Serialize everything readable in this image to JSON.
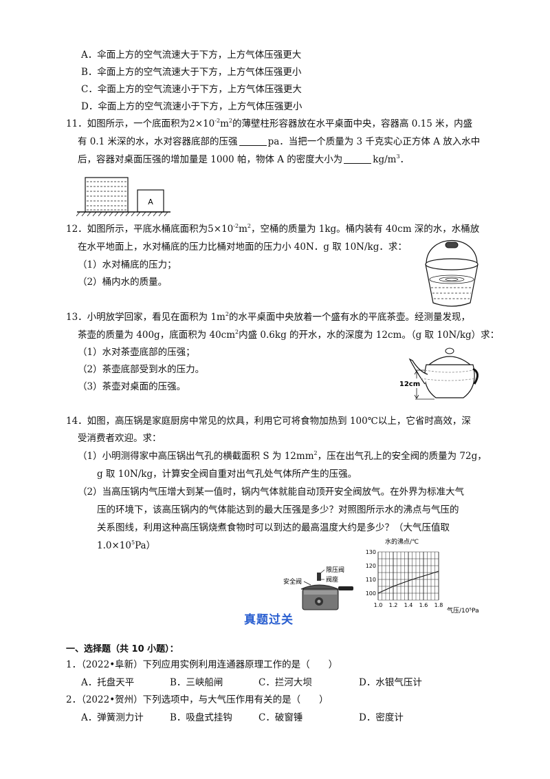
{
  "q10": {
    "options": [
      "A．伞面上方的空气流速大于下方，上方气体压强更大",
      "B．伞面上方的空气流速大于下方，上方气体压强更小",
      "C．伞面上方的空气流速小于下方，上方气体压强更大",
      "D．伞面上方的空气流速小于下方，上方气体压强更小"
    ]
  },
  "q11": {
    "l1a": "11．如图所示，一个底面积为2×10",
    "l1exp": "-2",
    "l1b": "m",
    "l1exp2": "2",
    "l1c": "的薄壁柱形容器放在水平桌面中央，容器高 0.15 米，内盛",
    "l2a": "有 0.1 米深的水，水对容器底部的压强",
    "l2b": "pa．当把一个质量为 3 千克实心正方体 A 放入水中",
    "l3a": "后，容器对桌面压强的增加量是 1000 帕，物体 A 的密度大小为",
    "l3b": "kg/m",
    "l3exp": "3",
    "l3c": "．",
    "fig_label": "A"
  },
  "q12": {
    "l1a": "12．如图所示，平底水桶底面积为5×10",
    "l1exp": "-2",
    "l1b": "m",
    "l1exp2": "2",
    "l1c": "，空桶的质量为 1kg。桶内装有 40cm 深的水，水桶放",
    "l2": "在水平地面上，水对桶底的压力比桶对地面的压力小 40N．g 取 10N/kg．求：",
    "s1": "（1）水对桶底的压力；",
    "s2": "（2）桶内水的质量。"
  },
  "q13": {
    "l1a": "13．小明放学回家，看见在面积为 1m",
    "l1exp": "2",
    "l1b": "的水平桌面中央放着一个盛有水的平底茶壶。经测量发现，",
    "l2a": "茶壶的质量为 400g，底面积为 40cm",
    "l2exp": "2",
    "l2b": "内盛 0.6kg 的开水，水的深度为 12cm。（g 取 10N/kg）求：",
    "s1": "（1）水对茶壶底部的压强；",
    "s2": "（2）茶壶底部受到水的压力。",
    "s3": "（3）茶壶对桌面的压强。",
    "fig_label": "12cm"
  },
  "q14": {
    "l1": "14．如图，高压锅是家庭厨房中常见的炊具，利用它可将食物加热到 100℃以上，它省时高效，深",
    "l2": "受消费者欢迎。求：",
    "s1a": "（1）小明测得家中高压锅出气孔的横截面积 S 为 12mm",
    "s1exp": "2",
    "s1b": "，压在出气孔上的安全阀的质量为 72g，",
    "s1c": "g 取 10N/kg，计算安全阀自重对出气孔处气体所产生的压强。",
    "s2a": "（2）当高压锅内气压增大到某一值时，锅内气体就能自动顶开安全阀放气。在外界为标准大气",
    "s2b": "压的环境下，该高压锅内的气体能达到的最大压强是多少？对照图所示水的沸点与气压的",
    "s2c": "关系图线，利用这种高压锅烧煮食物时可以到达的最高温度大约是多少？（大气压值取",
    "s2d": "1.0×10",
    "s2exp": "5",
    "s2e": "Pa）",
    "cooker_labels": {
      "valve": "安全阀",
      "limiter": "限压阀",
      "seat": "阀座"
    }
  },
  "chart_data": {
    "type": "line",
    "ylabel": "水的沸点/℃",
    "xlabel": "气压/10⁵Pa",
    "x_ticks": [
      "1.0",
      "1.2",
      "1.4",
      "1.6",
      "1.8"
    ],
    "y_ticks": [
      "100",
      "110",
      "120",
      "130"
    ],
    "xlim": [
      1.0,
      1.8
    ],
    "ylim": [
      95,
      130
    ],
    "grid": true,
    "series": [
      {
        "x": [
          1.0,
          1.1,
          1.2,
          1.3,
          1.4,
          1.5,
          1.6,
          1.7,
          1.8
        ],
        "y": [
          100,
          102.5,
          105,
          107,
          109,
          110.8,
          112.5,
          114.2,
          116
        ]
      }
    ]
  },
  "section_title": "真题过关",
  "part1": {
    "heading": "一、选择题（共 10 小题）：",
    "q1": {
      "stem": "1．（2022•阜新）下列应用实例利用连通器原理工作的是（　　）",
      "options": [
        "A．托盘天平",
        "B．三峡船闸",
        "C．拦河大坝",
        "D．水银气压计"
      ]
    },
    "q2": {
      "stem": "2．（2022•贺州）下列选项中，与大气压作用有关的是（　　）",
      "options": [
        "A．弹簧测力计",
        "B．吸盘式挂钩",
        "C．破窗锤",
        "D．密度计"
      ]
    }
  }
}
